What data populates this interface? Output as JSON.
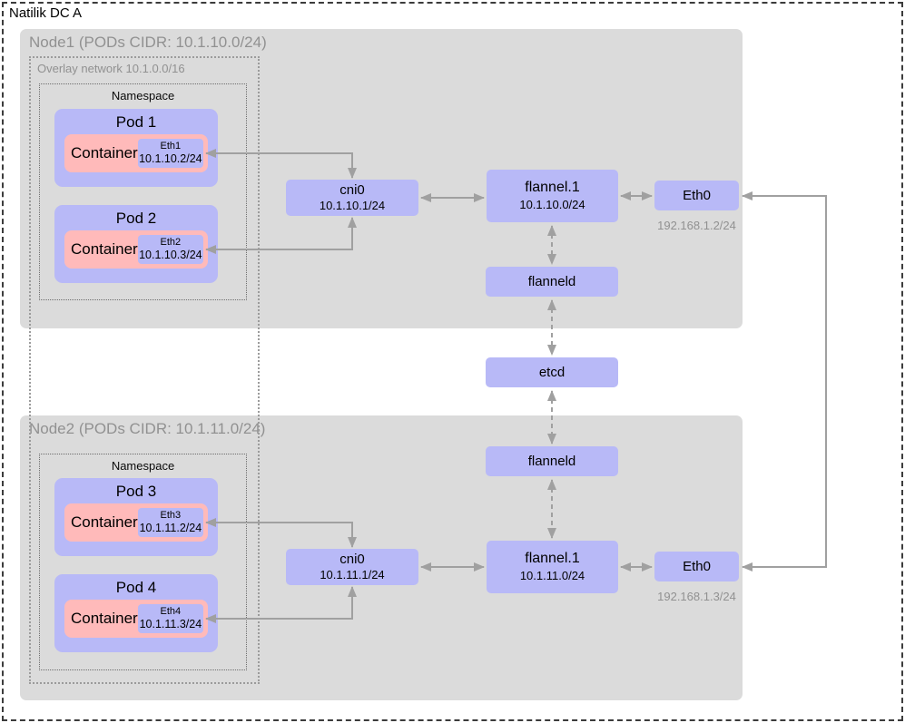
{
  "title": "Natilik DC A",
  "etcd_label": "etcd",
  "overlay": {
    "label": "Overlay network 10.1.0.0/16"
  },
  "palette": {
    "box_purple": "#b8b9f7",
    "box_pink": "#ffbaba",
    "node_gray": "#dbdbdb",
    "arrow_gray": "#a0a0a0",
    "muted_text": "#919191"
  },
  "nodes": [
    {
      "title": "Node1 (PODs CIDR: 10.1.10.0/24)",
      "namespace_label": "Namespace",
      "pods": [
        {
          "name": "Pod 1",
          "container_label": "Container",
          "eth_name": "Eth1",
          "eth_ip": "10.1.10.2/24"
        },
        {
          "name": "Pod 2",
          "container_label": "Container",
          "eth_name": "Eth2",
          "eth_ip": "10.1.10.3/24"
        }
      ],
      "cni0": {
        "name": "cni0",
        "ip": "10.1.10.1/24"
      },
      "flannel": {
        "name": "flannel.1",
        "ip": "10.1.10.0/24"
      },
      "flanneld_label": "flanneld",
      "eth0": {
        "name": "Eth0",
        "ip": "192.168.1.2/24"
      }
    },
    {
      "title": "Node2 (PODs CIDR: 10.1.11.0/24)",
      "namespace_label": "Namespace",
      "pods": [
        {
          "name": "Pod 3",
          "container_label": "Container",
          "eth_name": "Eth3",
          "eth_ip": "10.1.11.2/24"
        },
        {
          "name": "Pod 4",
          "container_label": "Container",
          "eth_name": "Eth4",
          "eth_ip": "10.1.11.3/24"
        }
      ],
      "cni0": {
        "name": "cni0",
        "ip": "10.1.11.1/24"
      },
      "flannel": {
        "name": "flannel.1",
        "ip": "10.1.11.0/24"
      },
      "flanneld_label": "flanneld",
      "eth0": {
        "name": "Eth0",
        "ip": "192.168.1.3/24"
      }
    }
  ]
}
